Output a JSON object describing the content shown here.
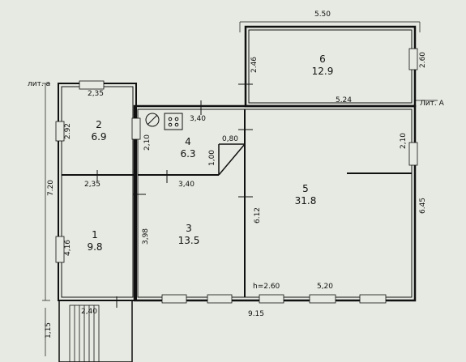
{
  "labels": {
    "lit_a_small": "лит. а",
    "lit_a_big": "Лит. А",
    "height": "h=2.60"
  },
  "rooms": [
    {
      "number": "1",
      "area": "9.8"
    },
    {
      "number": "2",
      "area": "6.9"
    },
    {
      "number": "3",
      "area": "13.5"
    },
    {
      "number": "4",
      "area": "6.3"
    },
    {
      "number": "5",
      "area": "31.8"
    },
    {
      "number": "6",
      "area": "12.9"
    }
  ],
  "dimensions": {
    "top_overall": "5.50",
    "room6_left": "2.46",
    "room6_right": "2.60",
    "room6_bottom": "5.24",
    "room2_top": "2,35",
    "room2_left": "2.92",
    "room2_bottom": "2,35",
    "left_overall": "7.20",
    "room1_left": "4,16",
    "porch_width": "2,40",
    "porch_depth": "1,15",
    "bottom_overall": "9.15",
    "room4_top": "3,40",
    "room4_left": "2,10",
    "room4_corner": "0,80",
    "room4_step": "1,00",
    "room3_top": "3,40",
    "room3_left": "3,98",
    "room5_left": "6.12",
    "room5_right_top": "2,10",
    "room5_right": "6.45",
    "room5_bottom": "5,20"
  },
  "colors": {
    "background": "#e6eae2",
    "line": "#111111"
  }
}
